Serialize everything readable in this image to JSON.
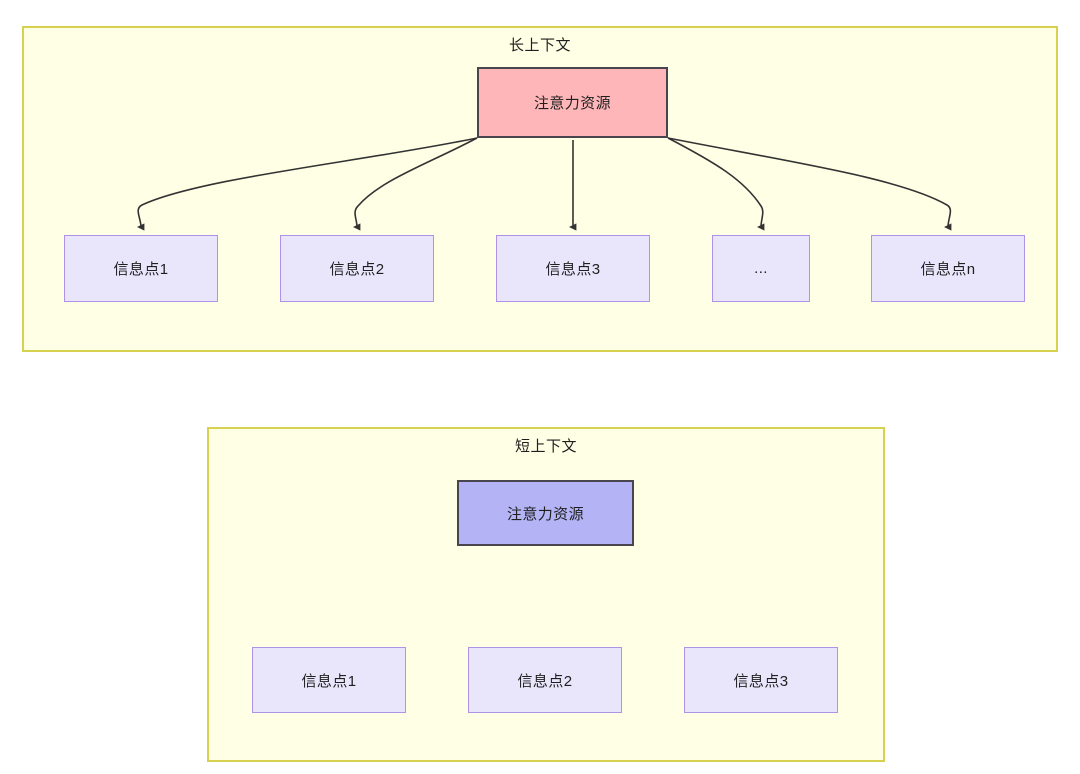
{
  "diagram": {
    "background_color": "#ffffff",
    "panel_fill": "#ffffe6",
    "panel_border": "#d6d14e",
    "info_fill": "#e9e6fc",
    "info_border": "#b093e8",
    "edge_color": "#333333",
    "panels": [
      {
        "id": "long-context",
        "title": "长上下文",
        "root": {
          "label": "注意力资源",
          "fill": "#ffb6b9",
          "border": "#49454f"
        },
        "children": [
          {
            "label": "信息点1"
          },
          {
            "label": "信息点2"
          },
          {
            "label": "信息点3"
          },
          {
            "label": "..."
          },
          {
            "label": "信息点n"
          }
        ]
      },
      {
        "id": "short-context",
        "title": "短上下文",
        "root": {
          "label": "注意力资源",
          "fill": "#b3b3f5",
          "border": "#49454f"
        },
        "children": [
          {
            "label": "信息点1"
          },
          {
            "label": "信息点2"
          },
          {
            "label": "信息点3"
          }
        ]
      }
    ]
  }
}
